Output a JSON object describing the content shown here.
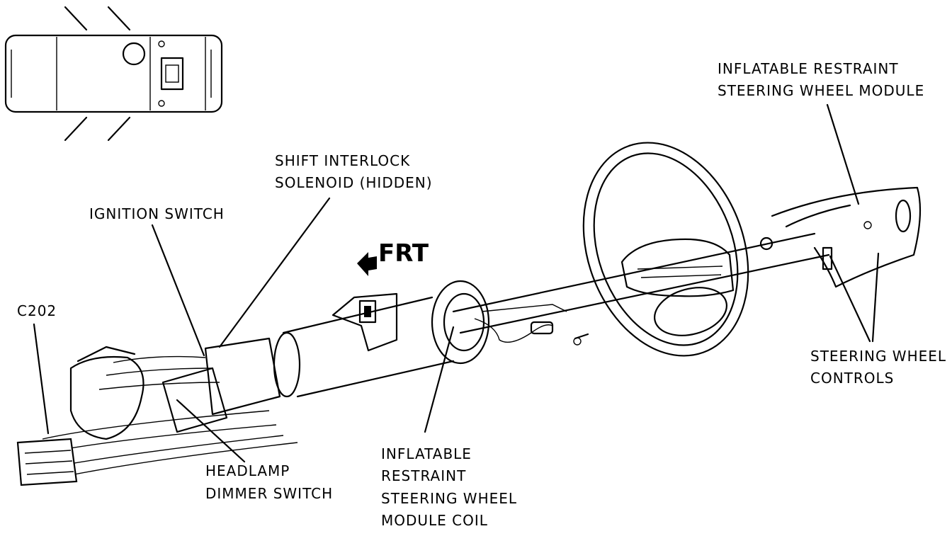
{
  "figure": {
    "labels": {
      "c202": "C202",
      "ignition_switch": "IGNITION SWITCH",
      "shift_interlock": [
        "SHIFT INTERLOCK",
        "SOLENOID (HIDDEN)"
      ],
      "frt": "FRT",
      "inflatable_module": [
        "INFLATABLE RESTRAINT",
        "STEERING WHEEL MODULE"
      ],
      "steering_controls": [
        "STEERING WHEEL",
        "CONTROLS"
      ],
      "headlamp_dimmer": [
        "HEADLAMP",
        "DIMMER SWITCH"
      ],
      "module_coil": [
        "INFLATABLE",
        "RESTRAINT",
        "STEERING WHEEL",
        "MODULE COIL"
      ]
    },
    "icons": [
      "vehicle-top-view-icon",
      "front-arrow-icon"
    ]
  }
}
